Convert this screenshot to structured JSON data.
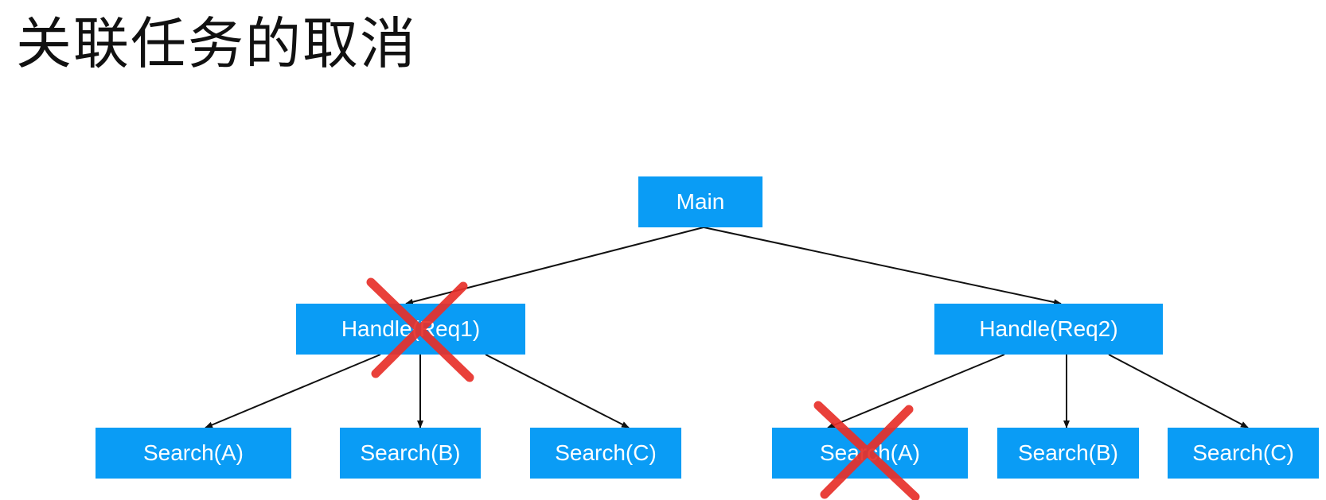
{
  "title": "关联任务的取消",
  "nodes": {
    "main": "Main",
    "handle_req1": "Handle(Req1)",
    "handle_req2": "Handle(Req2)",
    "req1_search_a": "Search(A)",
    "req1_search_b": "Search(B)",
    "req1_search_c": "Search(C)",
    "req2_search_a": "Search(A)",
    "req2_search_b": "Search(B)",
    "req2_search_c": "Search(C)"
  },
  "edges": [
    {
      "from": "main",
      "to": "handle_req1"
    },
    {
      "from": "main",
      "to": "handle_req2"
    },
    {
      "from": "handle_req1",
      "to": "req1_search_a"
    },
    {
      "from": "handle_req1",
      "to": "req1_search_b"
    },
    {
      "from": "handle_req1",
      "to": "req1_search_c"
    },
    {
      "from": "handle_req2",
      "to": "req2_search_a"
    },
    {
      "from": "handle_req2",
      "to": "req2_search_b"
    },
    {
      "from": "handle_req2",
      "to": "req2_search_c"
    }
  ],
  "cancelled": [
    "handle_req1",
    "req2_search_a"
  ],
  "colors": {
    "node_fill": "#0a9cf5",
    "node_text": "#ffffff",
    "edge": "#111111",
    "cancel_mark": "#e8302a"
  }
}
